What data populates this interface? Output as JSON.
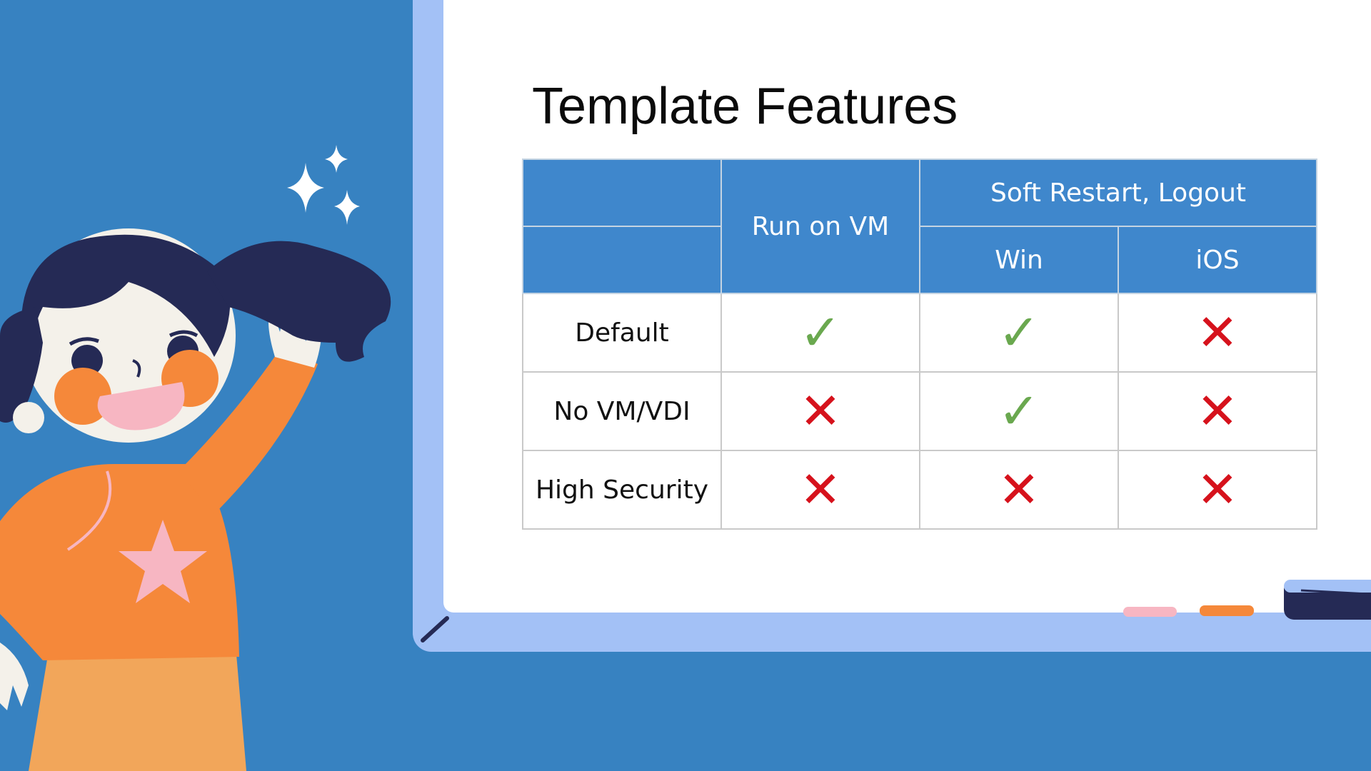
{
  "slide": {
    "title": "Template Features"
  },
  "table": {
    "headers": {
      "run_on_vm": "Run on VM",
      "soft_restart_logout": "Soft Restart, Logout",
      "win": "Win",
      "ios": "iOS"
    },
    "rows": [
      {
        "label": "Default",
        "run_on_vm": "yes",
        "win": "yes",
        "ios": "no"
      },
      {
        "label": "No VM/VDI",
        "run_on_vm": "no",
        "win": "yes",
        "ios": "no"
      },
      {
        "label": "High Security",
        "run_on_vm": "no",
        "win": "no",
        "ios": "no"
      }
    ],
    "symbols": {
      "yes": "✓",
      "no": "✕"
    }
  },
  "colors": {
    "background": "#3782c1",
    "board_frame": "#a3c1f6",
    "header_fill": "#3f87cc",
    "check": "#6aa84f",
    "cross": "#d6121c",
    "shirt": "#f5883a",
    "hair": "#252a55"
  }
}
